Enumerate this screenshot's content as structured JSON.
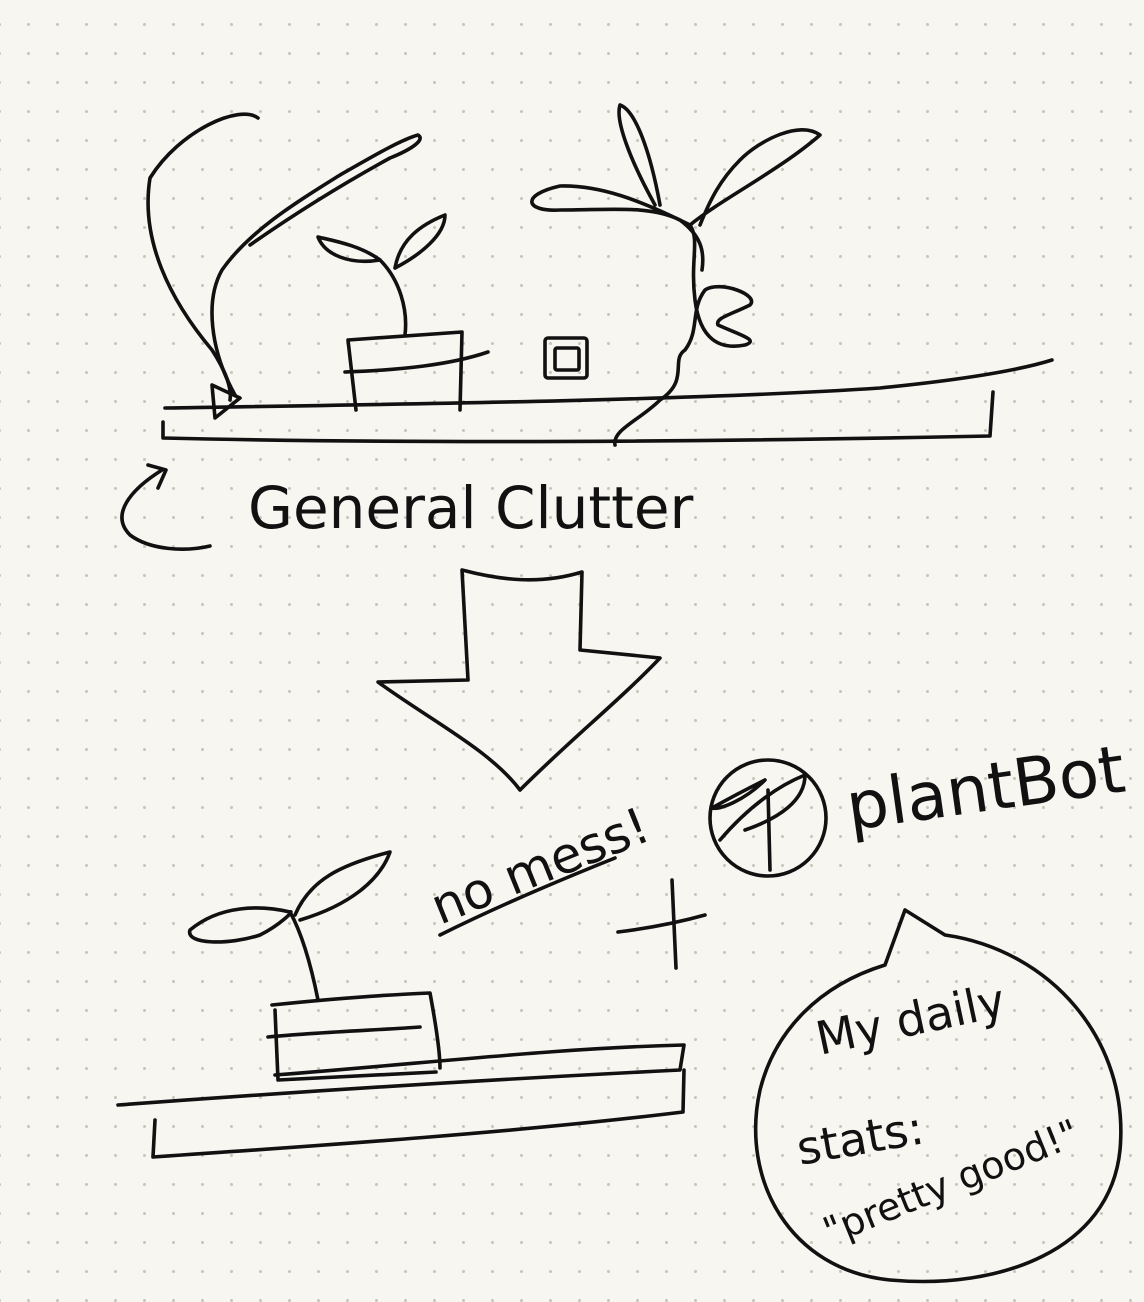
{
  "labels": {
    "before": "General Clutter",
    "no_mess": "no mess!",
    "brand": "plantBot",
    "bubble_line1": "My daily",
    "bubble_line2": "stats:",
    "bubble_line3": "\"pretty good!\"",
    "plus": "+"
  },
  "colors": {
    "ink": "#111111",
    "paper": "#f8f6f0",
    "dots": "#c9c6bd"
  },
  "icons": [
    "plant-pot-icon",
    "tangled-plant-icon",
    "arrow-down-icon",
    "plantbot-logo-icon",
    "speech-bubble-icon"
  ]
}
